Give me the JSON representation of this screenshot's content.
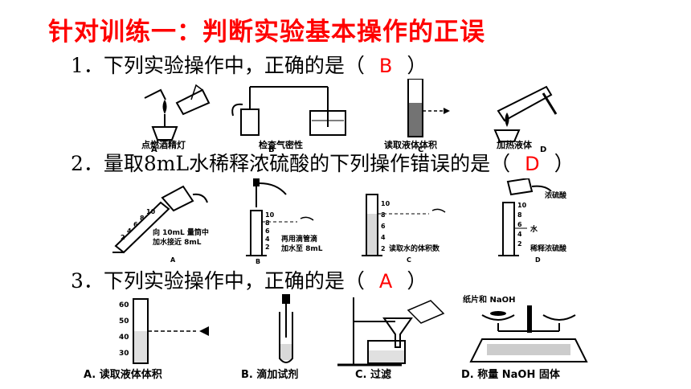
{
  "title": "针对训练一：判断实验基本操作的正误",
  "questions": [
    {
      "stem": "1．下列实验操作中，正确的是（",
      "answer": "B",
      "close": "）",
      "options": [
        {
          "label": "点燃酒精灯",
          "letter": "A"
        },
        {
          "label": "检查气密性",
          "letter": "B"
        },
        {
          "label": "读取液体体积",
          "letter": "C"
        },
        {
          "label": "加热液体",
          "letter": "D"
        }
      ]
    },
    {
      "stem": "2．量取8mL水稀释浓硫酸的下列操作错误的是（",
      "answer": "D",
      "close": "）",
      "options": [
        {
          "label1": "向 10mL 量筒中",
          "label2": "加水接近 8mL",
          "letter": "A",
          "ticks": [
            "10",
            "8",
            "6",
            "4",
            "2"
          ]
        },
        {
          "label1": "再用滴管滴",
          "label2": "加水至 8mL",
          "letter": "B",
          "ticks": [
            "10",
            "8",
            "6",
            "4",
            "2"
          ]
        },
        {
          "label1": "读取水的体积数",
          "letter": "C",
          "ticks": [
            "10",
            "8",
            "6",
            "4",
            "2"
          ]
        },
        {
          "label1": "浓硫酸",
          "label2": "水",
          "label3": "稀释浓硫酸",
          "letter": "D",
          "ticks": [
            "10",
            "8",
            "6",
            "4",
            "2"
          ]
        }
      ]
    },
    {
      "stem": "3．下列实验操作中，正确的是（",
      "answer": "A",
      "close": "）",
      "options": [
        {
          "label": "A. 读取液体体积",
          "ticks": [
            "60",
            "50",
            "40",
            "30"
          ]
        },
        {
          "label": "B. 滴加试剂"
        },
        {
          "label": "C. 过滤"
        },
        {
          "label": "D. 称量 NaOH 固体",
          "top_label": "纸片和 NaOH"
        }
      ]
    }
  ]
}
